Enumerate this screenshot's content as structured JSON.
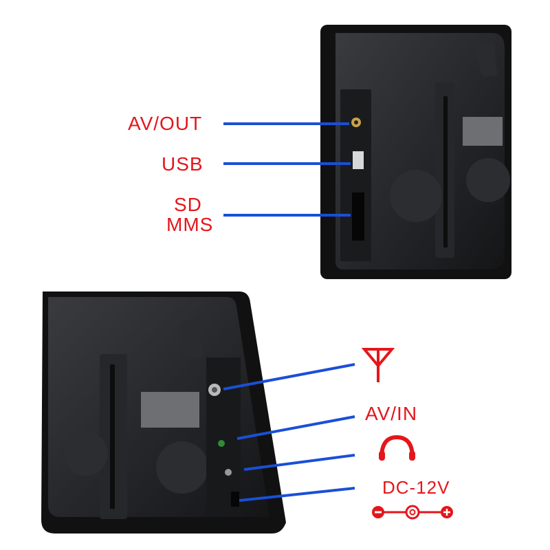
{
  "top_device": {
    "ports": [
      {
        "label": "AV/OUT"
      },
      {
        "label": "USB"
      },
      {
        "label": "SD"
      },
      {
        "label": "MMS"
      }
    ]
  },
  "bottom_device": {
    "ports": [
      {
        "label": "antenna-icon"
      },
      {
        "label": "AV/IN"
      },
      {
        "label": "headphone-icon"
      },
      {
        "label": "DC-12V"
      }
    ]
  },
  "colors": {
    "label": "#e4161b",
    "pointer": "#1a4fd6",
    "device": "#1e1f22"
  }
}
